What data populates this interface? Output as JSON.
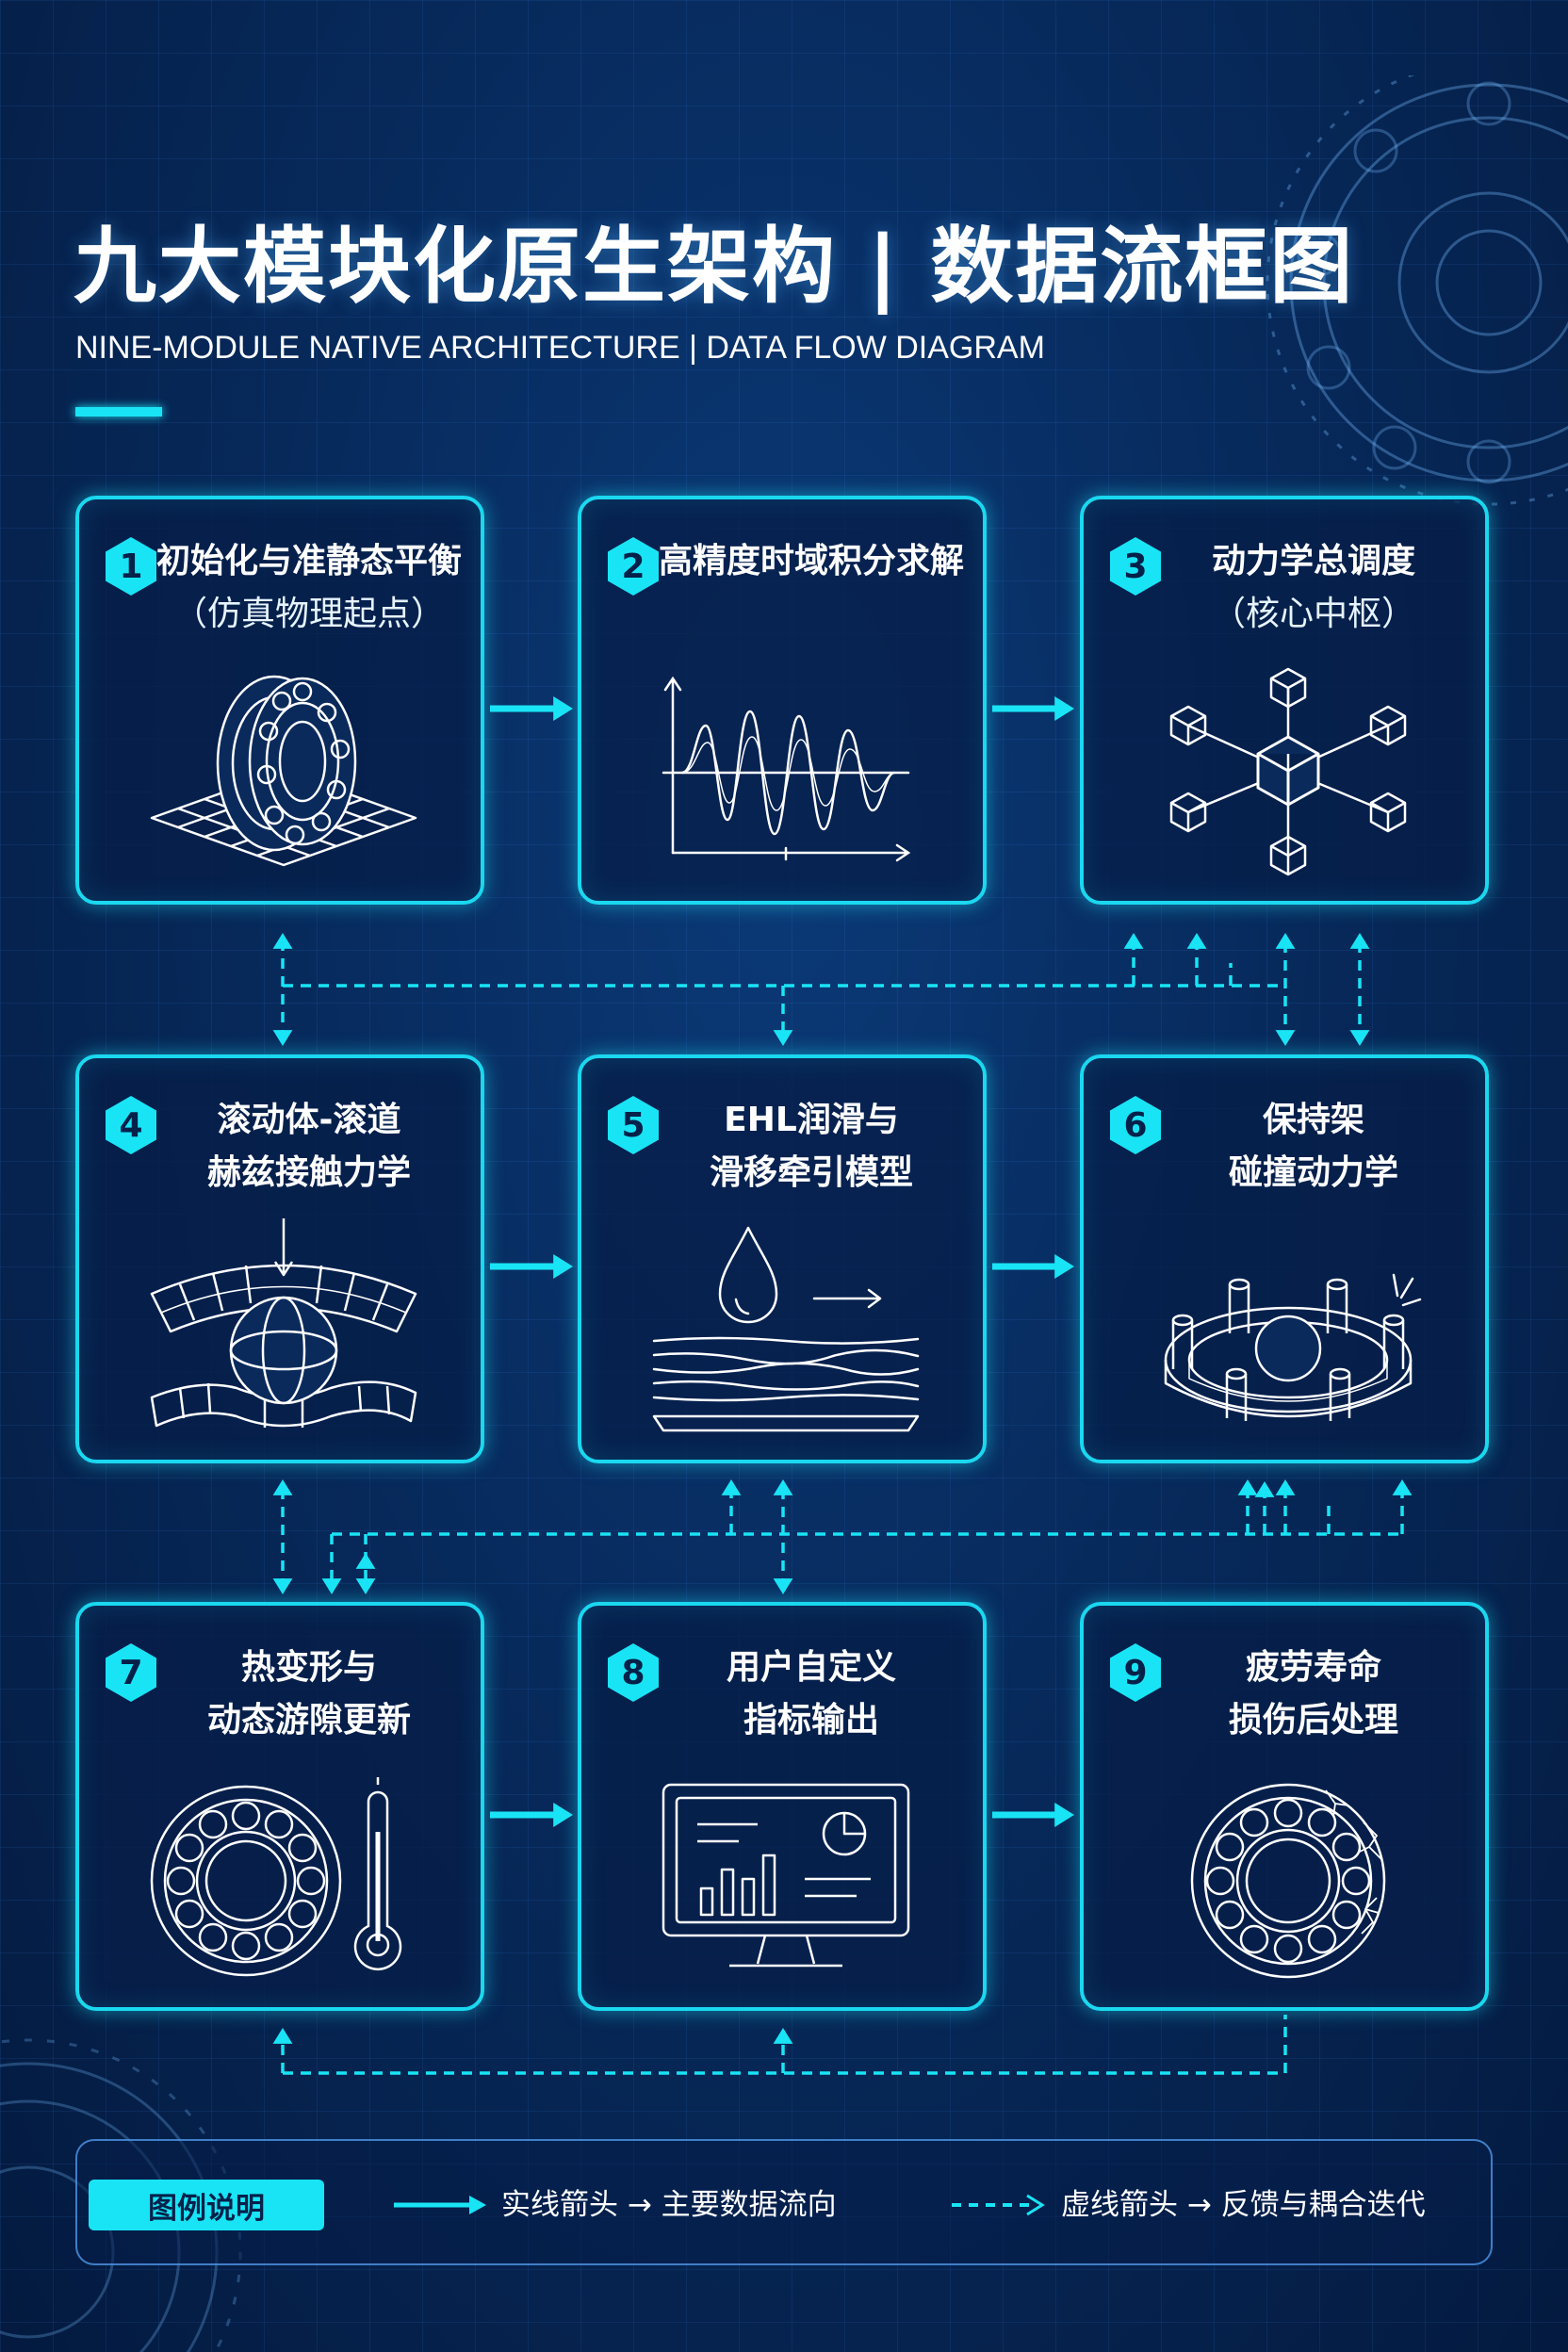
{
  "header": {
    "title": "九大模块化原生架构 | 数据流框图",
    "subtitle": "NINE-MODULE NATIVE ARCHITECTURE | DATA FLOW DIAGRAM"
  },
  "colors": {
    "accent": "#19e4f5",
    "background": "#062a5e",
    "text": "#ffffff"
  },
  "modules": [
    {
      "number": "1",
      "title": [
        "初始化与准静态平衡",
        "（仿真物理起点）"
      ],
      "icon": "bearing-on-grid-icon"
    },
    {
      "number": "2",
      "title": [
        "高精度时域积分求解"
      ],
      "icon": "waveform-graph-icon"
    },
    {
      "number": "3",
      "title": [
        "动力学总调度",
        "（核心中枢）"
      ],
      "icon": "cube-network-icon"
    },
    {
      "number": "4",
      "title": [
        "滚动体-滚道",
        "赫兹接触力学"
      ],
      "icon": "ball-contact-icon"
    },
    {
      "number": "5",
      "title": [
        "EHL润滑与",
        "滑移牵引模型"
      ],
      "icon": "oil-drop-film-icon"
    },
    {
      "number": "6",
      "title": [
        "保持架",
        "碰撞动力学"
      ],
      "icon": "cage-collision-icon"
    },
    {
      "number": "7",
      "title": [
        "热变形与",
        "动态游隙更新"
      ],
      "icon": "bearing-thermometer-icon"
    },
    {
      "number": "8",
      "title": [
        "用户自定义",
        "指标输出"
      ],
      "icon": "monitor-dashboard-icon"
    },
    {
      "number": "9",
      "title": [
        "疲劳寿命",
        "损伤后处理"
      ],
      "icon": "cracked-bearing-icon"
    }
  ],
  "legend": {
    "title": "图例说明",
    "solid": "实线箭头 → 主要数据流向",
    "dashed": "虚线箭头 → 反馈与耦合迭代"
  }
}
